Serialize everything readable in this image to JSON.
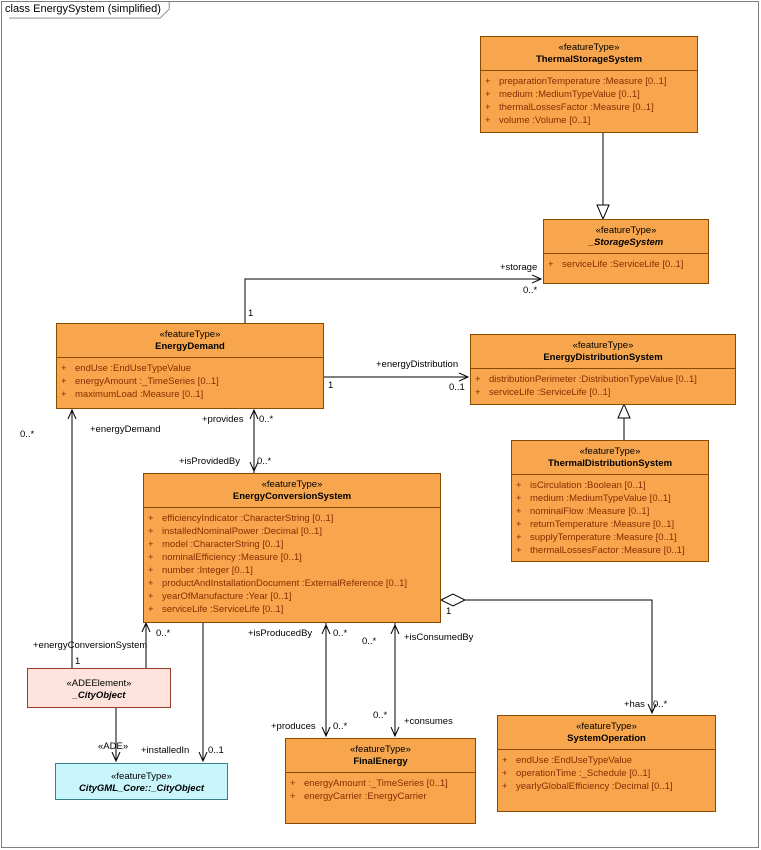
{
  "diagram_title": "class EnergySystem (simplified)",
  "classes": {
    "thermal_storage": {
      "stereotype": "«featureType»",
      "name": "ThermalStorageSystem",
      "attributes": [
        "preparationTemperature  :Measure [0..1]",
        "medium  :MediumTypeValue [0..1]",
        "thermalLossesFactor  :Measure [0..1]",
        "volume  :Volume [0..1]"
      ]
    },
    "storage": {
      "stereotype": "«featureType»",
      "name": "_StorageSystem",
      "attributes": [
        "serviceLife  :ServiceLife [0..1]"
      ]
    },
    "energy_demand": {
      "stereotype": "«featureType»",
      "name": "EnergyDemand",
      "attributes": [
        "endUse  :EndUseTypeValue",
        "energyAmount  :_TimeSeries [0..1]",
        "maximumLoad  :Measure [0..1]"
      ]
    },
    "energy_distribution": {
      "stereotype": "«featureType»",
      "name": "EnergyDistributionSystem",
      "attributes": [
        "distributionPerimeter  :DistributionTypeValue [0..1]",
        "serviceLife  :ServiceLife [0..1]"
      ]
    },
    "thermal_distribution": {
      "stereotype": "«featureType»",
      "name": "ThermalDistributionSystem",
      "attributes": [
        "isCirculation  :Boolean [0..1]",
        "medium  :MediumTypeValue [0..1]",
        "nominalFlow  :Measure [0..1]",
        "returnTemperature  :Measure [0..1]",
        "supplyTemperature  :Measure [0..1]",
        "thermalLossesFactor  :Measure [0..1]"
      ]
    },
    "energy_conversion": {
      "stereotype": "«featureType»",
      "name": "EnergyConversionSystem",
      "attributes": [
        "efficiencyIndicator  :CharacterString [0..1]",
        "installedNominalPower  :Decimal [0..1]",
        "model  :CharacterString [0..1]",
        "nominalEfficiency  :Measure [0..1]",
        "number  :Integer [0..1]",
        "productAndInstallationDocument  :ExternalReference [0..1]",
        "yearOfManufacture  :Year [0..1]",
        "serviceLife  :ServiceLife [0..1]"
      ]
    },
    "city_object_ade": {
      "stereotype": "«ADEElement»",
      "name": "_CityObject"
    },
    "city_object_core": {
      "stereotype": "«featureType»",
      "name": "CityGML_Core::_CityObject"
    },
    "final_energy": {
      "stereotype": "«featureType»",
      "name": "FinalEnergy",
      "attributes": [
        "energyAmount  :_TimeSeries [0..1]",
        "energyCarrier  :EnergyCarrier"
      ]
    },
    "system_operation": {
      "stereotype": "«featureType»",
      "name": "SystemOperation",
      "attributes": [
        "endUse  :EndUseTypeValue",
        "operationTime  :_Schedule [0..1]",
        "yearlyGlobalEfficiency  :Decimal [0..1]"
      ]
    }
  },
  "labels": {
    "storage_role": "+storage",
    "storage_mult": "0..*",
    "storage_src_mult": "1",
    "distribution_role": "+energyDistribution",
    "distribution_src_mult": "1",
    "distribution_mult": "0..1",
    "demand_left_mult": "0..*",
    "energy_demand_role": "+energyDemand",
    "provides_role": "+provides",
    "provides_mult": "0..*",
    "is_provided_by_role": "+isProvidedBy",
    "is_provided_by_mult": "0..*",
    "is_produced_by_role": "+isProducedBy",
    "is_produced_by_mult": "0..*",
    "is_consumed_by_mult": "0..*",
    "is_consumed_by_role": "+isConsumedBy",
    "produces_role": "+produces",
    "produces_mult": "0..*",
    "consumes_mult": "0..*",
    "consumes_role": "+consumes",
    "conv_system_mult": "0..*",
    "energy_conversion_system_role": "+energyConversionSystem",
    "city_object_mult": "1",
    "ade_label": "«ADE»",
    "installed_in_role": "+installedIn",
    "installed_in_mult": "0..1",
    "has_role": "+has",
    "has_mult": "0..*",
    "aggregation_mult": "1",
    "visibility": "+"
  }
}
